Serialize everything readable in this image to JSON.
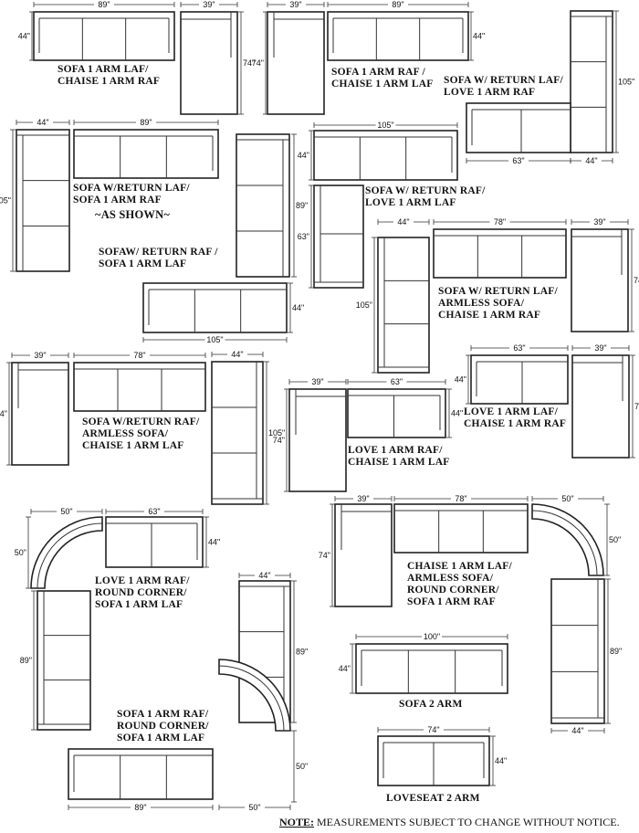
{
  "labels": {
    "l1": [
      "SOFA 1 ARM LAF/",
      "CHAISE 1 ARM  RAF"
    ],
    "l2": [
      "SOFA 1 ARM RAF /",
      "CHAISE 1 ARM  LAF"
    ],
    "l3": [
      "SOFA  W/ RETURN LAF/",
      "LOVE 1 ARM RAF"
    ],
    "l4": [
      "SOFA W/RETURN LAF/",
      "SOFA 1 ARM RAF",
      "~AS SHOWN~"
    ],
    "l5": [
      "SOFA W/ RETURN RAF/",
      "LOVE 1 ARM LAF"
    ],
    "l6": [
      "SOFAW/ RETURN RAF /",
      "SOFA 1 ARM LAF"
    ],
    "l7": [
      "SOFA W/ RETURN LAF/",
      "ARMLESS SOFA/",
      "CHAISE 1 ARM RAF"
    ],
    "l8": [
      "SOFA W/RETURN RAF/",
      "ARMLESS SOFA/",
      "CHAISE 1 ARM LAF"
    ],
    "l9": [
      "LOVE 1 ARM LAF/",
      "CHAISE 1 ARM RAF"
    ],
    "l10": [
      "LOVE 1 ARM RAF/",
      "CHAISE 1 ARM LAF"
    ],
    "l11": [
      "LOVE 1 ARM RAF/",
      "ROUND CORNER/",
      "SOFA 1 ARM LAF"
    ],
    "l12": [
      "CHAISE 1 ARM LAF/",
      "ARMLESS SOFA/",
      "ROUND CORNER/",
      "SOFA 1 ARM RAF"
    ],
    "l13": [
      "SOFA 2 ARM"
    ],
    "l14": [
      "SOFA 1 ARM RAF/",
      "ROUND CORNER/",
      "SOFA 1 ARM LAF"
    ],
    "l15": [
      "LOVESEAT 2 ARM"
    ]
  },
  "dims": {
    "d44": "44\"",
    "d89": "89\"",
    "d39": "39\"",
    "d74": "74\"",
    "d105": "105\"",
    "d63": "63\"",
    "d78": "78\"",
    "d50": "50\"",
    "d100": "100\""
  },
  "note": {
    "prefix": "NOTE:",
    "text": " MEASUREMENTS SUBJECT TO CHANGE WITHOUT NOTICE."
  }
}
